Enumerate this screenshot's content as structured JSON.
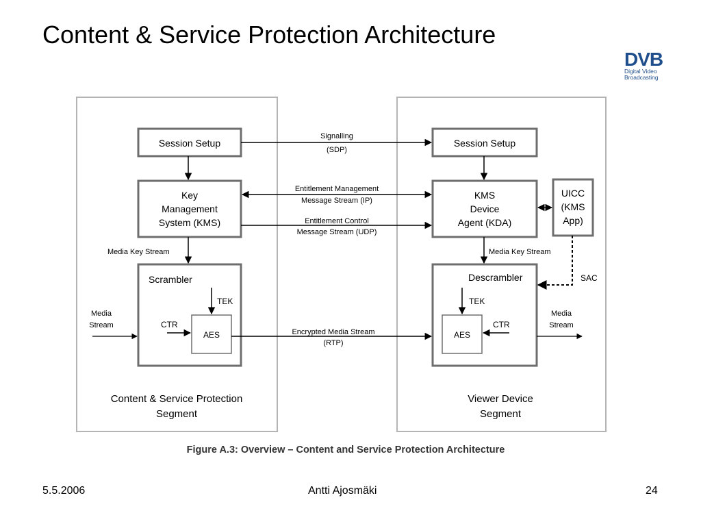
{
  "slide": {
    "title": "Content & Service Protection Architecture"
  },
  "logo": {
    "main": "DVB",
    "line1": "Digital Video",
    "line2": "Broadcasting"
  },
  "diagram": {
    "left_segment": {
      "label_line1": "Content & Service Protection",
      "label_line2": "Segment"
    },
    "right_segment": {
      "label_line1": "Viewer Device",
      "label_line2": "Segment"
    },
    "session_setup_left": "Session Setup",
    "session_setup_right": "Session Setup",
    "kms": {
      "line1": "Key",
      "line2": "Management",
      "line3": "System (KMS)"
    },
    "kda": {
      "line1": "KMS",
      "line2": "Device",
      "line3": "Agent (KDA)"
    },
    "uicc": {
      "line1": "UICC",
      "line2": "(KMS",
      "line3": "App)"
    },
    "scrambler": "Scrambler",
    "descrambler": "Descrambler",
    "aes_left": "AES",
    "aes_right": "AES",
    "tek_left": "TEK",
    "tek_right": "TEK",
    "ctr_left": "CTR",
    "ctr_right": "CTR",
    "media_key_stream_left": "Media Key Stream",
    "media_key_stream_right": "Media Key Stream",
    "media_stream_in": {
      "line1": "Media",
      "line2": "Stream"
    },
    "media_stream_out": {
      "line1": "Media",
      "line2": "Stream"
    },
    "sac": "SAC",
    "signalling": {
      "line1": "Signalling",
      "line2": "(SDP)"
    },
    "emm": {
      "line1": "Entitlement Management",
      "line2": "Message Stream (IP)"
    },
    "ecm": {
      "line1": "Entitlement Control",
      "line2": "Message Stream (UDP)"
    },
    "encrypted": {
      "line1": "Encrypted Media Stream",
      "line2": "(RTP)"
    },
    "caption": "Figure A.3: Overview – Content and Service Protection Architecture"
  },
  "footer": {
    "date": "5.5.2006",
    "author": "Antti Ajosmäki",
    "page": "24"
  },
  "colors": {
    "box_border": "#6e6e6e",
    "segment_border": "#b4b4b4",
    "logo_blue": "#1f4e8c"
  }
}
